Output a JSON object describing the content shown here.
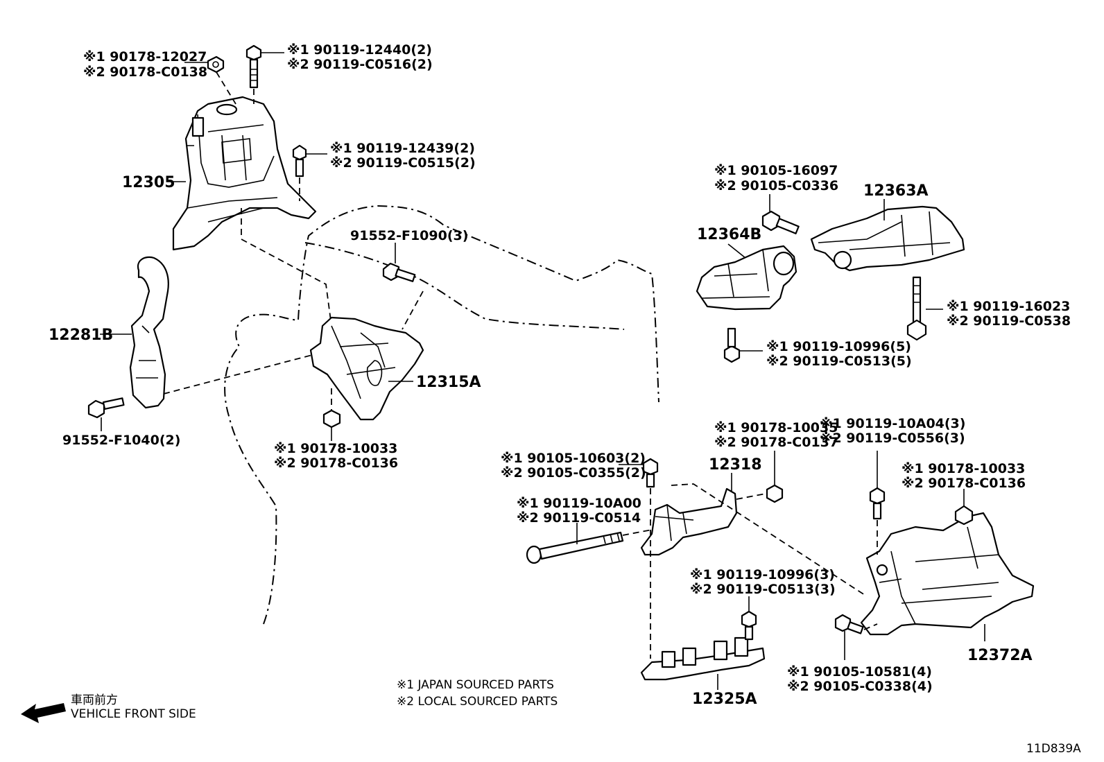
{
  "labels": {
    "p12305": "12305",
    "p12281b": "12281B",
    "p12315a": "12315A",
    "p12364b": "12364B",
    "p12363a": "12363A",
    "p12318": "12318",
    "p12325a": "12325A",
    "p12372a": "12372A",
    "b91552_f1090": "91552-F1090(3)",
    "b91552_f1040": "91552-F1040(2)"
  },
  "callouts": {
    "c1": {
      "l1": "※1 90178-12027",
      "l2": "※2 90178-C0138"
    },
    "c2": {
      "l1": "※1 90119-12440(2)",
      "l2": "※2 90119-C0516(2)"
    },
    "c3": {
      "l1": "※1 90119-12439(2)",
      "l2": "※2 90119-C0515(2)"
    },
    "c4": {
      "l1": "※1 90178-10033",
      "l2": "※2 90178-C0136"
    },
    "c5": {
      "l1": "※1 90105-16097",
      "l2": "※2 90105-C0336"
    },
    "c6": {
      "l1": "※1 90119-16023",
      "l2": "※2 90119-C0538"
    },
    "c7": {
      "l1": "※1 90119-10996(5)",
      "l2": "※2 90119-C0513(5)"
    },
    "c8": {
      "l1": "※1 90178-10035",
      "l2": "※2 90178-C0137"
    },
    "c9": {
      "l1": "※1 90119-10A04(3)",
      "l2": "※2 90119-C0556(3)"
    },
    "c10": {
      "l1": "※1 90105-10603(2)",
      "l2": "※2 90105-C0355(2)"
    },
    "c11": {
      "l1": "※1 90178-10033",
      "l2": "※2 90178-C0136"
    },
    "c12": {
      "l1": "※1 90119-10A00",
      "l2": "※2 90119-C0514"
    },
    "c13": {
      "l1": "※1 90119-10996(3)",
      "l2": "※2 90119-C0513(3)"
    },
    "c14": {
      "l1": "※1 90105-10581(4)",
      "l2": "※2 90105-C0338(4)"
    }
  },
  "notes": {
    "japan": "※1 JAPAN SOURCED PARTS",
    "local": "※2 LOCAL SOURCED PARTS"
  },
  "direction": {
    "jp": "車両前方",
    "en": "VEHICLE FRONT SIDE",
    "icon": "arrow-left-icon"
  },
  "diagram_id": "11D839A"
}
